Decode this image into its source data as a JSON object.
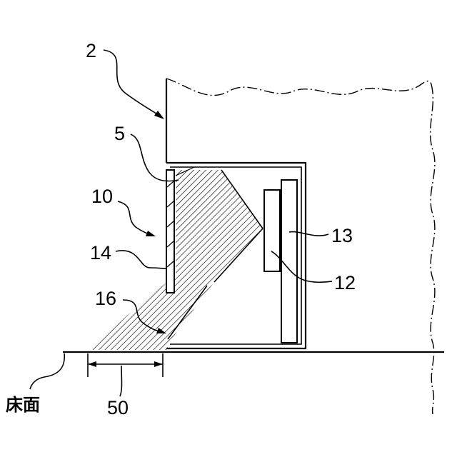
{
  "labels": {
    "l2": "2",
    "l5": "5",
    "l10": "10",
    "l14": "14",
    "l16": "16",
    "l13": "13",
    "l12": "12",
    "l50": "50",
    "floor": "床面"
  }
}
